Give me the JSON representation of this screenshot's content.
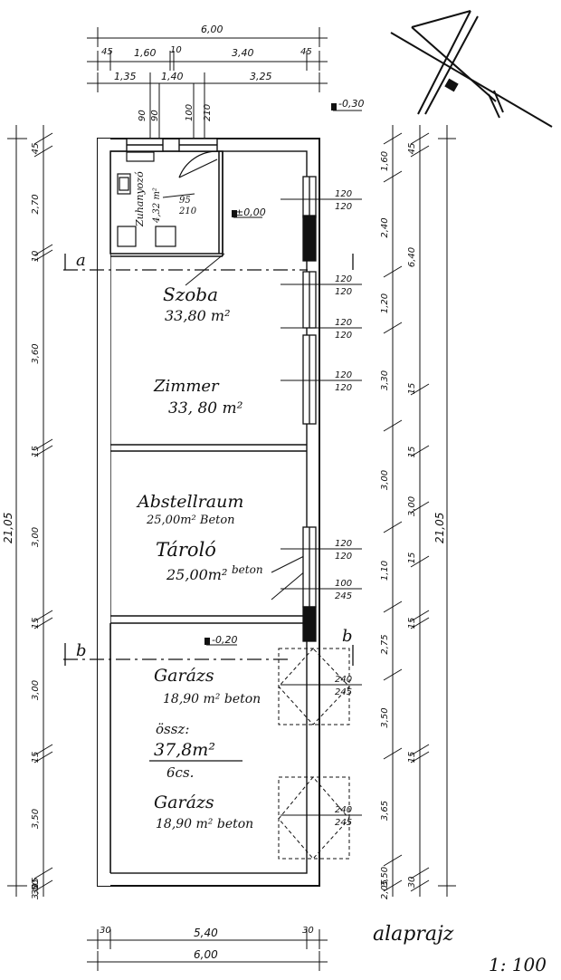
{
  "title": "alaprajz",
  "scale": "1: 100",
  "level_top": "-0,30",
  "level_room": "±0,00",
  "level_garage": "-0,20",
  "section_a": "a",
  "section_b": "b",
  "rooms": {
    "bathroom": {
      "name": "Zuhanyozó",
      "area": "4,32 m²"
    },
    "szoba": {
      "name": "Szoba",
      "area": "33,80 m²"
    },
    "zimmer": {
      "name": "Zimmer",
      "area": "33, 80 m²"
    },
    "abstell": {
      "name": "Abstellraum",
      "area": "25,00m² Beton"
    },
    "tarolo": {
      "name": "Tároló",
      "area": "25,00m²",
      "floor": "beton"
    },
    "garage1": {
      "name": "Garázs",
      "area": "18,90 m² beton"
    },
    "garage2": {
      "name": "Garázs",
      "area": "18,90 m² beton"
    },
    "total": {
      "label": "össz:",
      "area": "37,8m²",
      "unit": "6cs."
    }
  },
  "dims_top": {
    "overall": "6,00",
    "row2": [
      "45",
      "1,60",
      "10",
      "3,40",
      "45"
    ],
    "row3": [
      "1,35",
      "1,40",
      "3,25"
    ],
    "door_labels": [
      "90",
      "90",
      "100",
      "210"
    ]
  },
  "dims_bottom": {
    "row1": [
      "30",
      "5,40",
      "30"
    ],
    "overall": "6,00"
  },
  "dims_left": {
    "total": "21,05",
    "segments": [
      "45",
      "2,70",
      "10",
      "3,60",
      "15",
      "3,00",
      "15",
      "3,00",
      "15",
      "3,50",
      "15",
      "3,50",
      "30"
    ]
  },
  "dims_right_inner": [
    "1,60",
    "2,40",
    "1,20",
    "3,30",
    "3,00",
    "1,10",
    "2,75",
    "3,50",
    "3,65",
    "3,50",
    "2,05"
  ],
  "dims_right_mid": [
    "45",
    "6,40",
    "15",
    "15",
    "3,00",
    "15",
    "15",
    "15",
    "30"
  ],
  "dims_right_total": "21,05",
  "opening_labels": [
    [
      "120",
      "120"
    ],
    [
      "120",
      "120"
    ],
    [
      "120",
      "120"
    ],
    [
      "120",
      "120"
    ],
    [
      "120",
      "120"
    ],
    [
      "100",
      "245"
    ],
    [
      "240",
      "245"
    ],
    [
      "240",
      "245"
    ]
  ],
  "small_door": [
    "95",
    "210"
  ]
}
